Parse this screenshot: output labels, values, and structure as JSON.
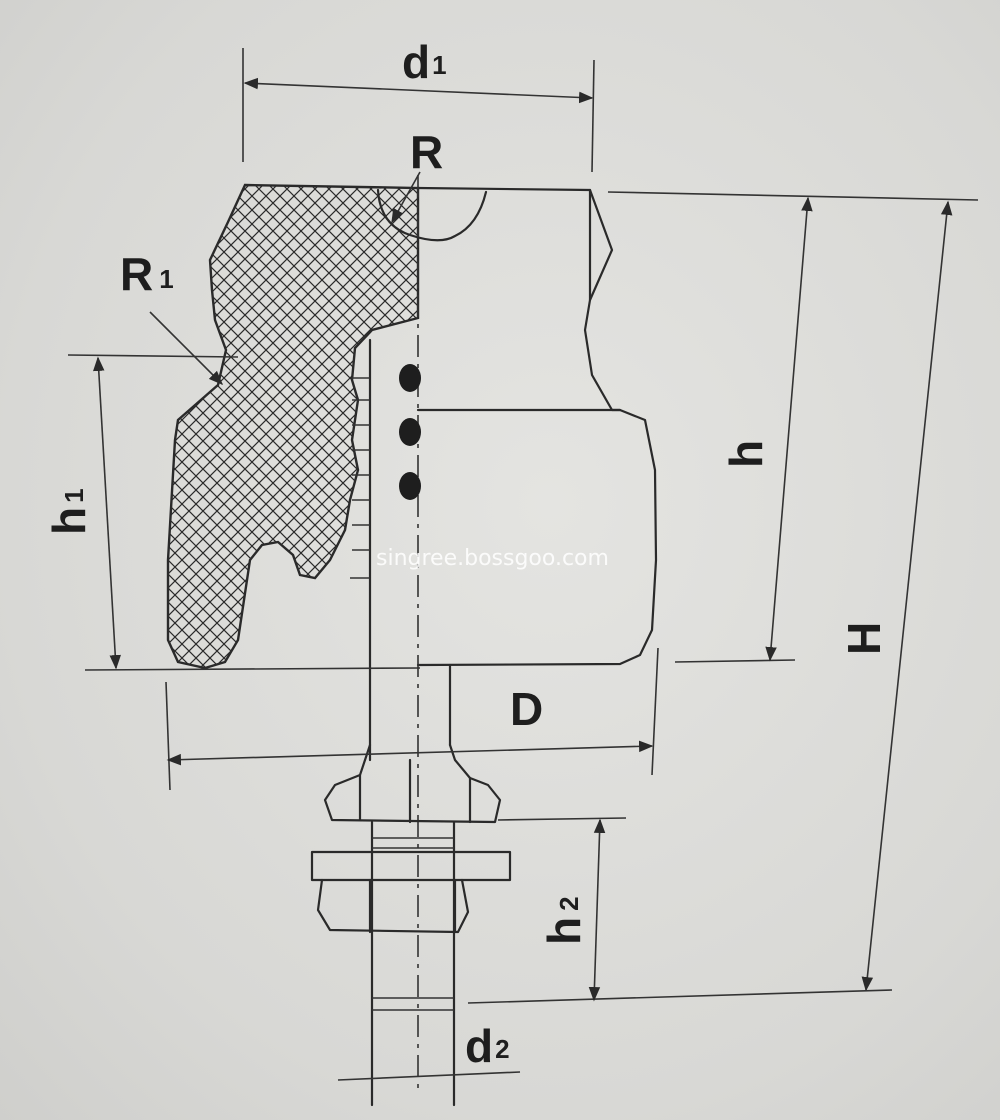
{
  "labels": {
    "d1": {
      "main": "d",
      "sub": "1"
    },
    "R": "R",
    "R1": {
      "main": "R",
      "sub": "1"
    },
    "h1": {
      "main": "h",
      "sub": "1"
    },
    "h": "h",
    "H": "H",
    "D": "D",
    "h2": {
      "main": "h",
      "sub": "2"
    },
    "d2": {
      "main": "d",
      "sub": "2"
    }
  },
  "watermark": "singree.bossgoo.com",
  "colors": {
    "ink": "#2a2a2a",
    "paper": "#dcdcd9",
    "watermark": "#ffffff"
  }
}
